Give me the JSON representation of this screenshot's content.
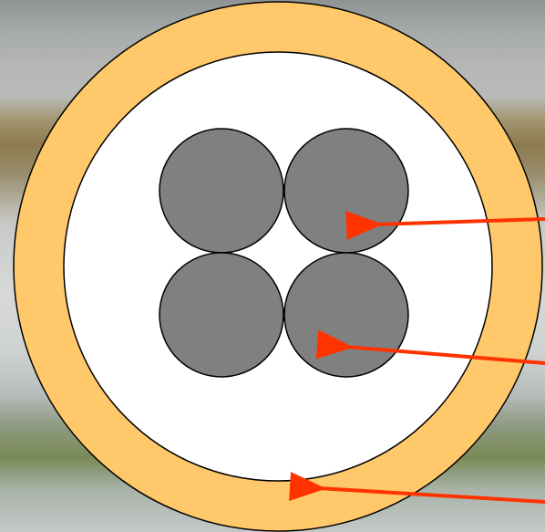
{
  "colors": {
    "outer_sheath": "#FFC86B",
    "insulation": "#FFFFFF",
    "conductor": "#808080",
    "outline": "#000000",
    "arrow": "#FF3300"
  },
  "parts": [
    "outer-sheath",
    "insulation",
    "conductor",
    "conductor",
    "conductor",
    "conductor"
  ],
  "arrows": 3
}
